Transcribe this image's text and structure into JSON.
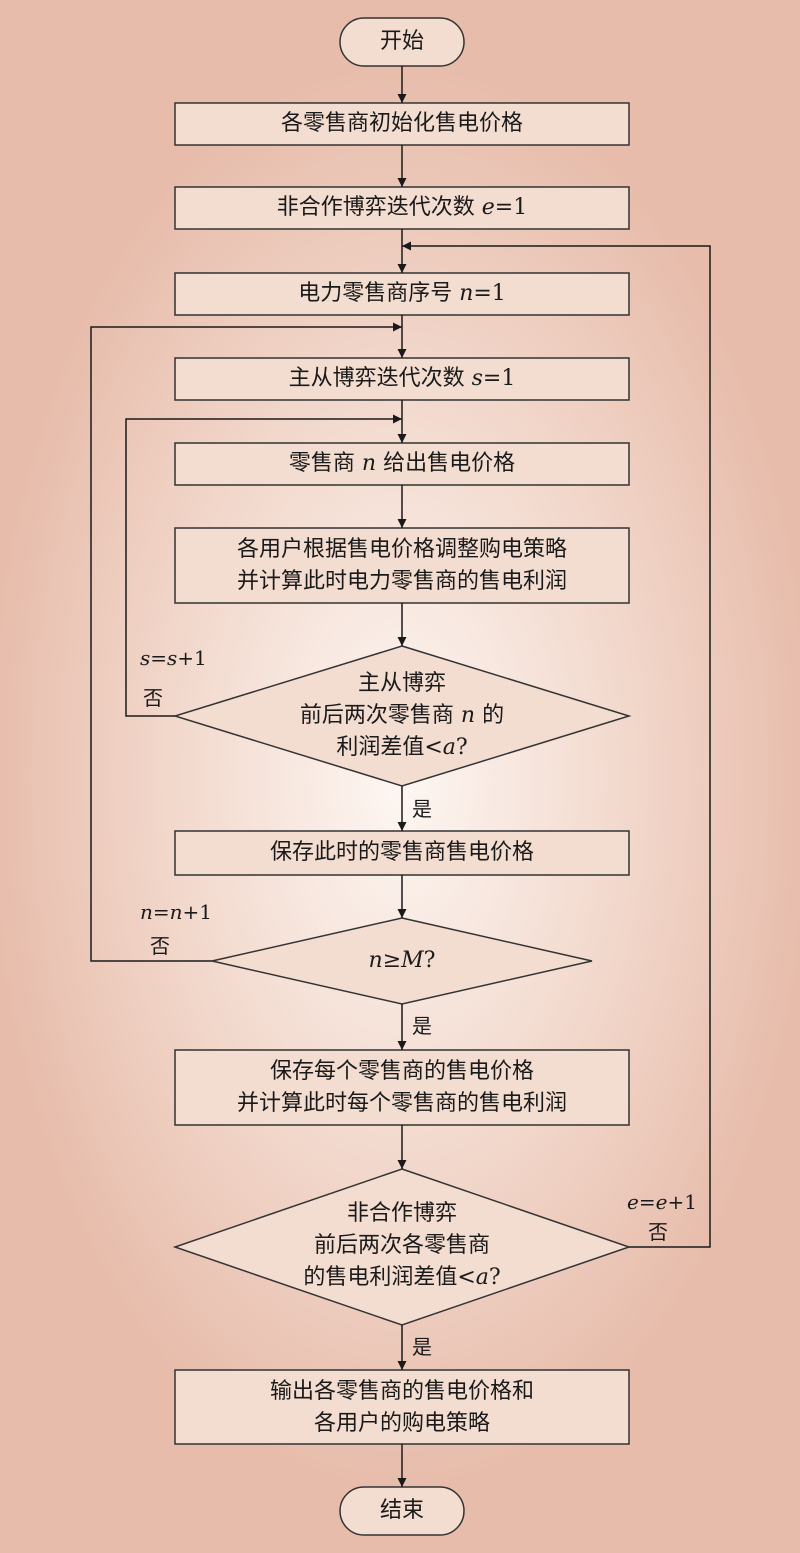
{
  "colors": {
    "stroke": "#1a1a1a",
    "box_fill": "#f3dcd0",
    "box_stroke": "#333333"
  },
  "nodes": {
    "start": "开始",
    "init_price": "各零售商初始化售电价格",
    "noncoop_iter": {
      "text": "非合作博弈迭代次数 ",
      "var": "e",
      "rest": "=1"
    },
    "retailer_index": {
      "text": "电力零售商序号 ",
      "var": "n",
      "rest": "=1"
    },
    "stackelberg_iter": {
      "text": "主从博弈迭代次数 ",
      "var": "s",
      "rest": "=1"
    },
    "retailer_price": {
      "pre": "零售商 ",
      "var": "n",
      "post": " 给出售电价格"
    },
    "user_adjust": {
      "line1": "各用户根据售电价格调整购电策略",
      "line2": "并计算此时电力零售商的售电利润"
    },
    "decision_profit": {
      "line1": "主从博弈",
      "line2_pre": "前后两次零售商 ",
      "line2_var": "n",
      "line2_post": " 的",
      "line3_pre": "利润差值<",
      "line3_var": "a",
      "line3_post": "?"
    },
    "save_price": "保存此时的零售商售电价格",
    "decision_n": {
      "var1": "n",
      "mid": "≥",
      "var2": "M",
      "post": "?"
    },
    "save_all": {
      "line1": "保存每个零售商的售电价格",
      "line2": "并计算此时每个零售商的售电利润"
    },
    "decision_noncoop": {
      "line1": "非合作博弈",
      "line2": "前后两次各零售商",
      "line3_pre": "的售电利润差值<",
      "line3_var": "a",
      "line3_post": "?"
    },
    "output": {
      "line1": "输出各零售商的售电价格和",
      "line2": "各用户的购电策略"
    },
    "end": "结束"
  },
  "edges": {
    "yes": "是",
    "no": "否",
    "s_update": {
      "v1": "s",
      "eq": "=",
      "v2": "s",
      "plus": "+1"
    },
    "n_update": {
      "v1": "n",
      "eq": "=",
      "v2": "n",
      "plus": "+1"
    },
    "e_update": {
      "v1": "e",
      "eq": "=",
      "v2": "e",
      "plus": "+1"
    }
  }
}
